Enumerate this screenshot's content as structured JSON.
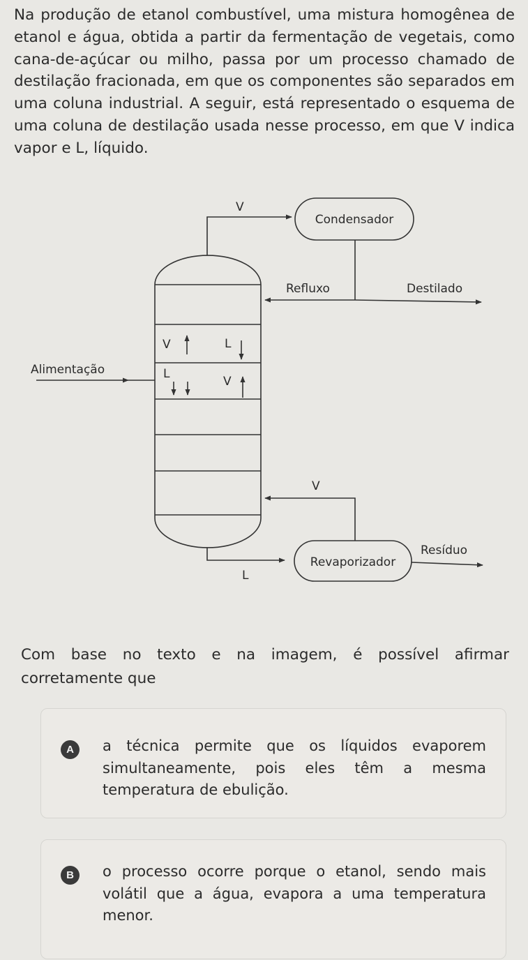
{
  "intro": "Na produção de etanol combustível, uma mistura homogênea de etanol e água, obtida a partir da fermentação de vegetais, como cana-de-açúcar ou milho, passa por um processo chamado de destilação fracionada, em que os componentes são separados em uma coluna industrial. A seguir, está representado o esquema de uma coluna de destilação usada nesse processo, em que V indica vapor e L, líquido.",
  "diagram": {
    "vapor_top": "V",
    "condenser": "Condensador",
    "reflux": "Refluxo",
    "distillate": "Destilado",
    "feed": "Alimentação",
    "vapor_up_1": "V",
    "liquid_down_1": "L",
    "liquid_down_2": "L",
    "vapor_up_2": "V",
    "vapor_return": "V",
    "residue": "Resíduo",
    "reboiler": "Revaporizador",
    "liquid_bottom": "L"
  },
  "question": "Com base no texto e na imagem, é possível afirmar corretamente que",
  "options": [
    {
      "letter": "A",
      "text": "a técnica permite que os líquidos evaporem simultaneamente, pois eles têm a mesma temperatura de ebulição."
    },
    {
      "letter": "B",
      "text": "o processo ocorre porque o etanol, sendo mais volátil que a água, evapora a uma temperatura menor."
    }
  ]
}
